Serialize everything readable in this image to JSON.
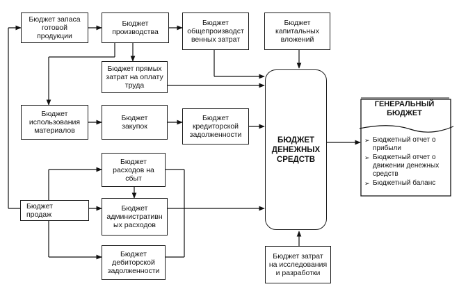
{
  "boxes": {
    "finished_goods": "Бюджет запаса\nготовой\nпродукции",
    "production": "Бюджет\nпроизводства",
    "overhead": "Бюджет\nобщепроизводст\nвенных затрат",
    "capital": "Бюджет\nкапитальных\nвложений",
    "direct_labor": "Бюджет прямых\nзатрат на оплату\nтруда",
    "materials_usage": "Бюджет\nиспользования\nматериалов",
    "purchases": "Бюджет\nзакупок",
    "payables": "Бюджет\nкредиторской\nзадолженности",
    "selling": "Бюджет\nрасходов на\nсбыт",
    "sales": "Бюджет\nпродаж",
    "admin": "Бюджет\nадминистративн\nых расходов",
    "receivables": "Бюджет\nдебиторской\nзадолженности",
    "rnd": "Бюджет затрат\nна исследования\nи разработки",
    "cash": "БЮДЖЕТ\nДЕНЕЖНЫХ\nСРЕДСТВ"
  },
  "general": {
    "title": "ГЕНЕРАЛЬНЫЙ\nБЮДЖЕТ",
    "items": [
      "Бюджетный отчет о прибыли",
      "Бюджетный отчет о движении денежных средств",
      "Бюджетный баланс"
    ]
  }
}
